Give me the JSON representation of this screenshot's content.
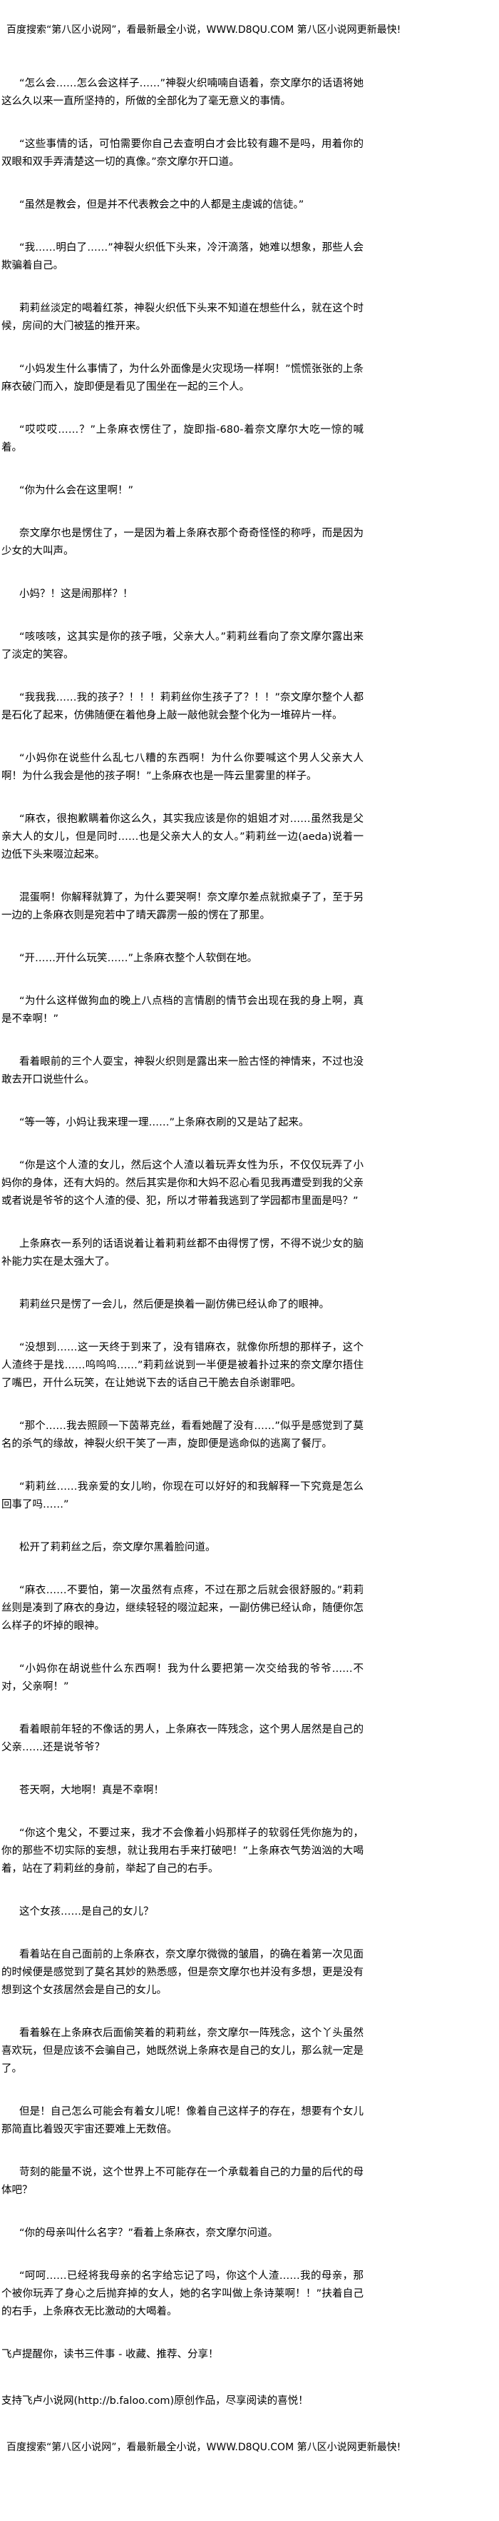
{
  "ad_banner": {
    "text": "百度搜索“第八区小说网”，看最新最全小说，WWW.D8QU.COM  第八区小说网更新最快!"
  },
  "body": {
    "paragraphs": [
      "“怎么会……怎么会这样子……”神裂火织喃喃自语着，奈文摩尔的话语将她这么久以来一直所坚持的，所做的全部化为了毫无意义的事情。",
      "“这些事情的话，可怕需要你自己去查明白才会比较有趣不是吗，用着你的双眼和双手弄清楚这一切的真像。”奈文摩尔开口道。",
      "“虽然是教会，但是并不代表教会之中的人都是主虔诚的信徒。”",
      "“我……明白了……”神裂火织低下头来，冷汗滴落，她难以想象，那些人会欺骗着自己。",
      "莉莉丝淡定的喝着红茶，神裂火织低下头来不知道在想些什么，就在这个时候，房间的大门被猛的推开来。",
      "“小妈发生什么事情了，为什么外面像是火灾现场一样啊！”慌慌张张的上条麻衣破门而入，旋即便是看见了围坐在一起的三个人。",
      "“哎哎哎……？”上条麻衣愣住了，旋即指-680-着奈文摩尔大吃一惊的喊着。",
      "“你为什么会在这里啊！”",
      "奈文摩尔也是愣住了，一是因为着上条麻衣那个奇奇怪怪的称呼，而是因为少女的大叫声。",
      "小妈？！这是闹那样？！",
      "“咳咳咳，这其实是你的孩子哦，父亲大人。”莉莉丝看向了奈文摩尔露出来了淡定的笑容。",
      "“我我我……我的孩子？！！！莉莉丝你生孩子了？！！”奈文摩尔整个人都是石化了起来，仿佛随便在着他身上敲一敲他就会整个化为一堆碎片一样。",
      "“小妈你在说些什么乱七八糟的东西啊！为什么你要喊这个男人父亲大人啊！为什么我会是他的孩子啊！”上条麻衣也是一阵云里雾里的样子。",
      "“麻衣，很抱歉瞒着你这么久，其实我应该是你的姐姐才对……虽然我是父亲大人的女儿，但是同时……也是父亲大人的女人。”莉莉丝一边(aeda)说着一边低下头来啜泣起来。",
      "混蛋啊！你解释就算了，为什么要哭啊！奈文摩尔差点就掀桌子了，至于另一边的上条麻衣则是宛若中了晴天霹雳一般的愣在了那里。",
      "“开……开什么玩笑……”上条麻衣整个人软倒在地。",
      "“为什么这样做狗血的晚上八点档的言情剧的情节会出现在我的身上啊，真是不幸啊！”",
      "看着眼前的三个人耍宝，神裂火织则是露出来一脸古怪的神情来，不过也没敢去开口说些什么。",
      "“等一等，小妈让我来理一理……”上条麻衣刷的又是站了起来。",
      "“你是这个人渣的女儿，然后这个人渣以着玩弄女性为乐，不仅仅玩弄了小妈你的身体，还有大妈的。然后其实是你和大妈不忍心看见我再遭受到我的父亲或者说是爷爷的这个人渣的侵、犯，所以才带着我逃到了学园都市里面是吗？”",
      "上条麻衣一系列的话语说着让着莉莉丝都不由得愣了愣，不得不说少女的脑补能力实在是太强大了。",
      "莉莉丝只是愣了一会儿，然后便是换着一副仿佛已经认命了的眼神。",
      "“没想到……这一天终于到来了，没有错麻衣，就像你所想的那样子，这个人渣终于是找……呜呜呜……”莉莉丝说到一半便是被着扑过来的奈文摩尔捂住了嘴巴，开什么玩笑，在让她说下去的话自己干脆去自杀谢罪吧。",
      "“那个……我去照顾一下茵蒂克丝，看看她醒了没有……”似乎是感觉到了莫名的杀气的缘故，神裂火织干笑了一声，旋即便是逃命似的逃离了餐厅。",
      "“莉莉丝……我亲爱的女儿哟，你现在可以好好的和我解释一下究竟是怎么回事了吗……”",
      "松开了莉莉丝之后，奈文摩尔黑着脸问道。",
      "“麻衣……不要怕，第一次虽然有点疼，不过在那之后就会很舒服的。”莉莉丝则是凑到了麻衣的身边，继续轻轻的啜泣起来，一副仿佛已经认命，随便你怎么样子的坏掉的眼神。",
      "“小妈你在胡说些什么东西啊！我为什么要把第一次交给我的爷爷……不对，父亲啊！”",
      "看着眼前年轻的不像话的男人，上条麻衣一阵残念，这个男人居然是自己的父亲……还是说爷爷？",
      "苍天啊，大地啊！真是不幸啊！",
      "“你这个鬼父，不要过来，我才不会像着小妈那样子的软弱任凭你施为的，你的那些不切实际的妄想，就让我用右手来打破吧！”上条麻衣气势汹汹的大喝着，站在了莉莉丝的身前，举起了自己的右手。",
      "这个女孩……是自己的女儿？",
      "看着站在自己面前的上条麻衣，奈文摩尔微微的皱眉，的确在着第一次见面的时候便是感觉到了莫名其妙的熟悉感，但是奈文摩尔也并没有多想，更是没有想到这个女孩居然会是自己的女儿。",
      "看着躲在上条麻衣后面偷笑着的莉莉丝，奈文摩尔一阵残念，这个丫头虽然喜欢玩，但是应该不会骗自己，她既然说上条麻衣是自己的女儿，那么就一定是了。",
      "但是！自己怎么可能会有着女儿呢！像着自己这样子的存在，想要有个女儿那简直比着毁灭宇宙还要难上无数倍。",
      "苛刻的能量不说，这个世界上不可能存在一个承载着自己的力量的后代的母体吧？",
      "“你的母亲叫什么名字？”看着上条麻衣，奈文摩尔问道。",
      "“呵呵……已经将我母亲的名字给忘记了吗，你这个人渣……我的母亲，那个被你玩弄了身心之后抛弃掉的女人，她的名字叫做上条诗莱啊！！”扶着自己的右手，上条麻衣无比激动的大喝着。"
    ]
  },
  "footer": {
    "reminder": "飞卢提醒你，读书三件事 - 收藏、推荐、分享！",
    "support": "支持飞卢小说网(http://b.faloo.com)原创作品，尽享阅读的喜悦！"
  }
}
